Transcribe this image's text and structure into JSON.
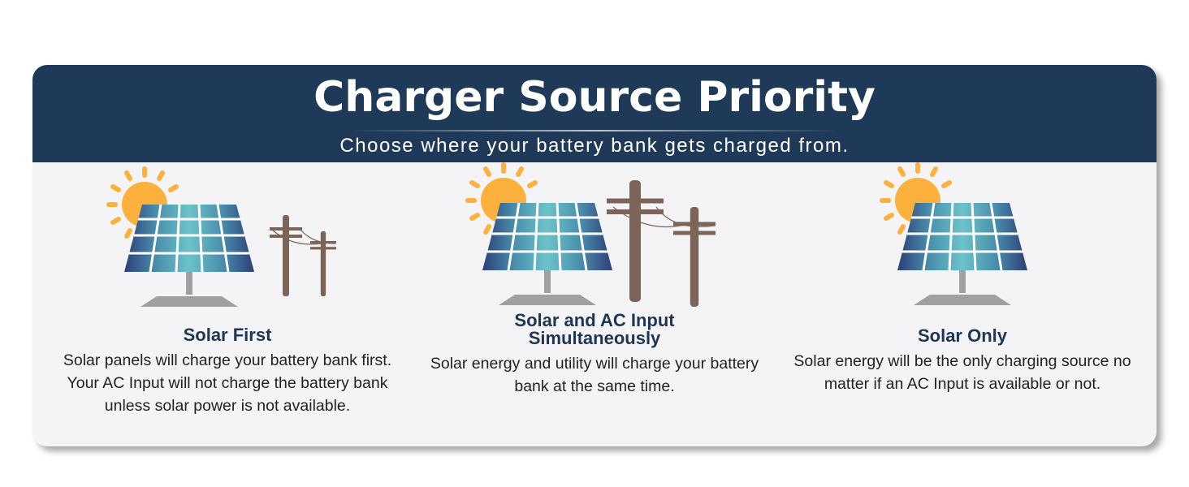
{
  "header": {
    "title": "Charger Source Priority",
    "subtitle": "Choose where your battery bank gets charged from."
  },
  "options": [
    {
      "title": "Solar First",
      "description": "Solar panels will charge your battery bank first. Your AC Input will not charge the battery bank unless solar power is not available."
    },
    {
      "title": "Solar and AC Input Simultaneously",
      "description": "Solar energy and utility will charge your battery bank at the same time."
    },
    {
      "title": "Solar Only",
      "description": "Solar energy will be the only charging source no matter if an AC Input is available or not."
    }
  ],
  "colors": {
    "header": "#1f3a58",
    "sun": "#fbb13c",
    "pole": "#7d6459",
    "panel_dark": "#2d4a7c",
    "panel_light": "#6cc3c9"
  }
}
